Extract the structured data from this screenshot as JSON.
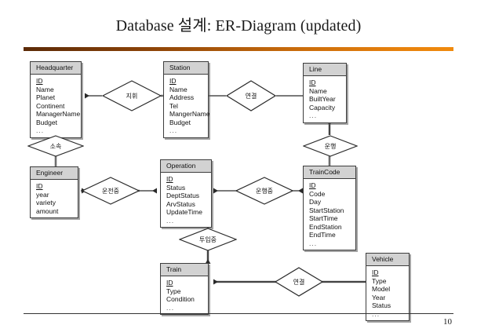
{
  "slide": {
    "title": "Database 설계: ER-Diagram (updated)",
    "page_number": "10",
    "accent_color_start": "#5b2a07",
    "accent_color_end": "#f08a0d"
  },
  "entities": [
    {
      "name": "Headquarter",
      "attributes": [
        "ID",
        "Name",
        "Planet",
        "Continent",
        "ManagerName",
        "Budget",
        "..."
      ]
    },
    {
      "name": "Station",
      "attributes": [
        "ID",
        "Name",
        "Address",
        "Tel",
        "MangerName",
        "Budget",
        "..."
      ]
    },
    {
      "name": "Line",
      "attributes": [
        "ID",
        "Name",
        "BuiltYear",
        "Capacity",
        "..."
      ]
    },
    {
      "name": "Engineer",
      "attributes": [
        "ID",
        "year",
        "variety",
        "amount"
      ]
    },
    {
      "name": "Operation",
      "attributes": [
        "ID",
        "Status",
        "DeptStatus",
        "ArvStatus",
        "UpdateTime",
        "..."
      ]
    },
    {
      "name": "TrainCode",
      "attributes": [
        "ID",
        "Code",
        "Day",
        "StartStation",
        "StartTime",
        "EndStation",
        "EndTime",
        "..."
      ]
    },
    {
      "name": "Train",
      "attributes": [
        "ID",
        "Type",
        "Condition",
        "..."
      ]
    },
    {
      "name": "Vehicle",
      "attributes": [
        "ID",
        "Type",
        "Model",
        "Year",
        "Status",
        "..."
      ]
    }
  ],
  "relationships": [
    {
      "label": "지휘",
      "from": "Station",
      "to": "Headquarter"
    },
    {
      "label": "연결",
      "from": "Station",
      "to": "Line"
    },
    {
      "label": "소속",
      "from": "Engineer",
      "to": "Headquarter"
    },
    {
      "label": "운행",
      "from": "TrainCode",
      "to": "Line"
    },
    {
      "label": "운전중",
      "from": "Engineer",
      "to": "Operation"
    },
    {
      "label": "운행중",
      "from": "Operation",
      "to": "TrainCode"
    },
    {
      "label": "투입중",
      "from": "Train",
      "to": "Operation"
    },
    {
      "label": "연결",
      "from": "Vehicle",
      "to": "Train"
    }
  ]
}
